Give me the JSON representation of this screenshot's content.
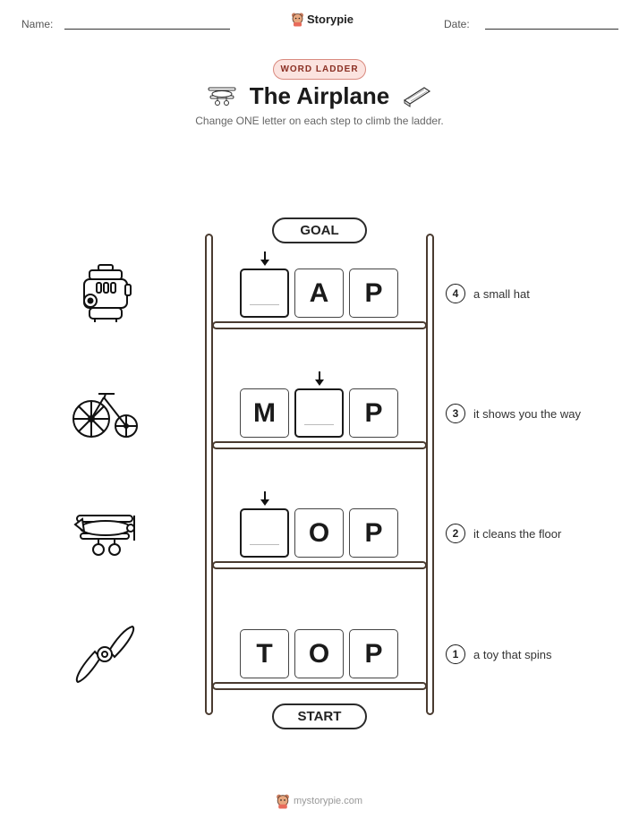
{
  "header": {
    "name_label": "Name:",
    "date_label": "Date:",
    "brand": "Storypie"
  },
  "badge": "WORD LADDER",
  "title": "The Airplane",
  "subtitle": "Change ONE letter on each step to climb the ladder.",
  "ladder": {
    "goal_label": "GOAL",
    "start_label": "START",
    "rows": [
      {
        "number": "4",
        "clue": "a small hat",
        "letters": [
          "",
          "A",
          "P"
        ],
        "blank_index": 0,
        "picture": "engine-icon"
      },
      {
        "number": "3",
        "clue": "it shows you the way",
        "letters": [
          "M",
          "",
          "P"
        ],
        "blank_index": 1,
        "picture": "penny-farthing-bicycle-icon"
      },
      {
        "number": "2",
        "clue": "it cleans the floor",
        "letters": [
          "",
          "O",
          "P"
        ],
        "blank_index": 0,
        "picture": "biplane-icon"
      },
      {
        "number": "1",
        "clue": "a toy that spins",
        "letters": [
          "T",
          "O",
          "P"
        ],
        "blank_index": null,
        "picture": "propeller-icon"
      }
    ]
  },
  "footer": {
    "url": "mystorypie.com"
  }
}
